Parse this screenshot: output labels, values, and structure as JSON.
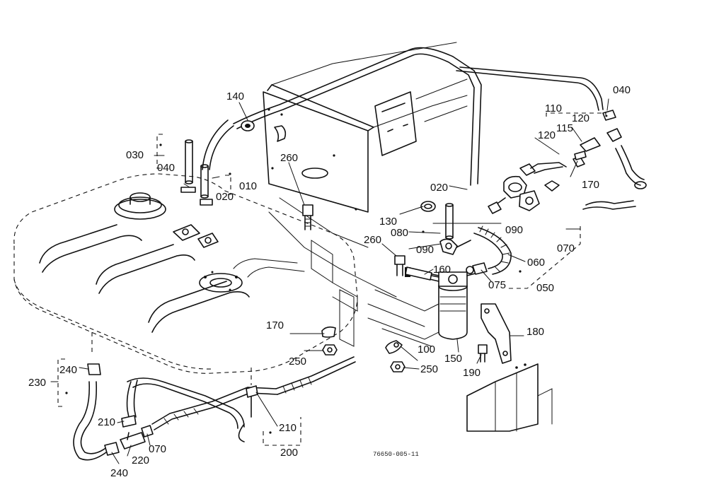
{
  "diagram": {
    "part_labels": [
      {
        "id": "lbl-140",
        "text": "140"
      },
      {
        "id": "lbl-030",
        "text": "030"
      },
      {
        "id": "lbl-040a",
        "text": "040"
      },
      {
        "id": "lbl-010",
        "text": "010"
      },
      {
        "id": "lbl-020a",
        "text": "020"
      },
      {
        "id": "lbl-260a",
        "text": "260"
      },
      {
        "id": "lbl-020b",
        "text": "020"
      },
      {
        "id": "lbl-130",
        "text": "130"
      },
      {
        "id": "lbl-080",
        "text": "080"
      },
      {
        "id": "lbl-090a",
        "text": "090"
      },
      {
        "id": "lbl-090b",
        "text": "090"
      },
      {
        "id": "lbl-260b",
        "text": "260"
      },
      {
        "id": "lbl-160",
        "text": "160"
      },
      {
        "id": "lbl-060",
        "text": "060"
      },
      {
        "id": "lbl-070a",
        "text": "070"
      },
      {
        "id": "lbl-075",
        "text": "075"
      },
      {
        "id": "lbl-050",
        "text": "050"
      },
      {
        "id": "lbl-110",
        "text": "110"
      },
      {
        "id": "lbl-120a",
        "text": "120"
      },
      {
        "id": "lbl-115",
        "text": "115"
      },
      {
        "id": "lbl-120b",
        "text": "120"
      },
      {
        "id": "lbl-040b",
        "text": "040"
      },
      {
        "id": "lbl-170a",
        "text": "170"
      },
      {
        "id": "lbl-170b",
        "text": "170"
      },
      {
        "id": "lbl-250a",
        "text": "250"
      },
      {
        "id": "lbl-100",
        "text": "100"
      },
      {
        "id": "lbl-250b",
        "text": "250"
      },
      {
        "id": "lbl-150",
        "text": "150"
      },
      {
        "id": "lbl-180",
        "text": "180"
      },
      {
        "id": "lbl-190",
        "text": "190"
      },
      {
        "id": "lbl-230",
        "text": "230"
      },
      {
        "id": "lbl-240a",
        "text": "240"
      },
      {
        "id": "lbl-210a",
        "text": "210"
      },
      {
        "id": "lbl-220",
        "text": "220"
      },
      {
        "id": "lbl-070b",
        "text": "070"
      },
      {
        "id": "lbl-240b",
        "text": "240"
      },
      {
        "id": "lbl-210b",
        "text": "210"
      },
      {
        "id": "lbl-200",
        "text": "200"
      }
    ],
    "drawing_code": "76650-005-11"
  }
}
